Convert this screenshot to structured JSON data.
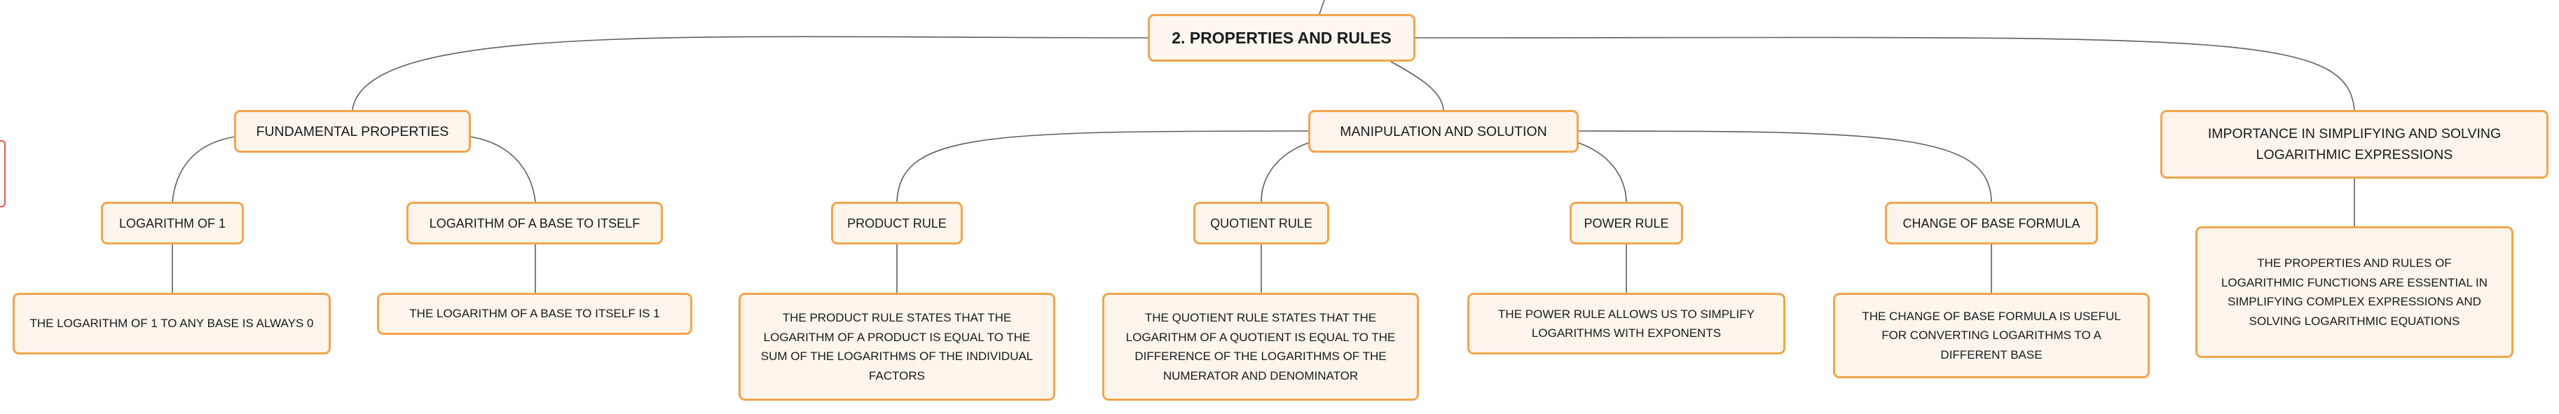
{
  "root": {
    "label": "2. PROPERTIES AND RULES"
  },
  "fundamental": {
    "label": "FUNDAMENTAL PROPERTIES",
    "log_of_1": {
      "label": "LOGARITHM OF 1",
      "desc": "THE LOGARITHM OF 1 TO ANY BASE IS ALWAYS 0"
    },
    "log_base_itself": {
      "label": "LOGARITHM OF A BASE TO ITSELF",
      "desc": "THE LOGARITHM OF A BASE TO ITSELF IS 1"
    }
  },
  "manipulation": {
    "label": "MANIPULATION AND SOLUTION",
    "product_rule": {
      "label": "PRODUCT RULE",
      "desc": "THE PRODUCT RULE STATES THAT THE LOGARITHM OF A PRODUCT IS EQUAL TO THE SUM OF THE LOGARITHMS OF THE INDIVIDUAL FACTORS"
    },
    "quotient_rule": {
      "label": "QUOTIENT RULE",
      "desc": "THE QUOTIENT RULE STATES THAT THE LOGARITHM OF A QUOTIENT IS EQUAL TO THE DIFFERENCE OF THE LOGARITHMS OF THE NUMERATOR AND DENOMINATOR"
    },
    "power_rule": {
      "label": "POWER RULE",
      "desc": "THE POWER RULE ALLOWS US TO SIMPLIFY LOGARITHMS WITH EXPONENTS"
    },
    "change_of_base": {
      "label": "CHANGE OF BASE FORMULA",
      "desc": "THE CHANGE OF BASE FORMULA IS USEFUL FOR CONVERTING LOGARITHMS TO A DIFFERENT BASE"
    }
  },
  "importance": {
    "label": "IMPORTANCE IN SIMPLIFYING AND SOLVING LOGARITHMIC EXPRESSIONS",
    "desc": "THE PROPERTIES AND RULES OF LOGARITHMIC FUNCTIONS ARE ESSENTIAL IN SIMPLIFYING COMPLEX EXPRESSIONS AND SOLVING LOGARITHMIC EQUATIONS"
  },
  "colors": {
    "node_border": "#f1a54c",
    "node_fill": "#fdf4ec",
    "connector": "#5f5f5f",
    "side_tab": "#e4554e"
  }
}
